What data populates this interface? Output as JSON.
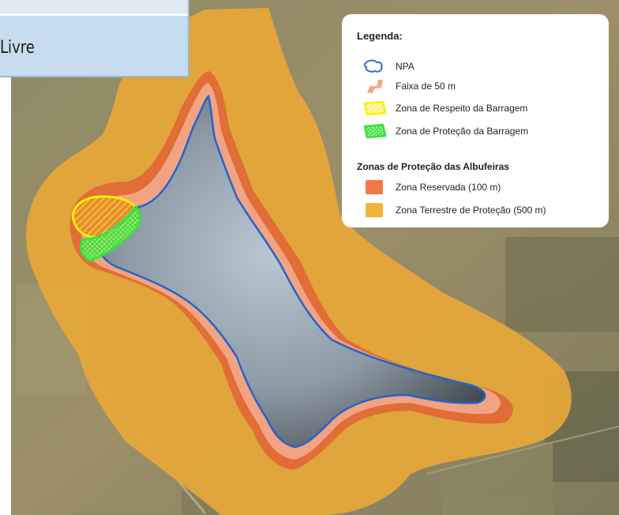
{
  "header": {
    "text": "Livre"
  },
  "legend": {
    "title": "Legenda:",
    "items": [
      {
        "label": "NPA",
        "icon": "water-outline-icon",
        "color": "#2f6fd6"
      },
      {
        "label": "Faixa de 50 m",
        "icon": "salmon-strip-icon",
        "color": "#f4a783"
      },
      {
        "label": "Zona de Respeito da Barragem",
        "icon": "yellow-hatch-icon",
        "color": "#f7f200"
      },
      {
        "label": "Zona de Proteção da Barragem",
        "icon": "green-crosshatch-icon",
        "color": "#35e43c"
      }
    ],
    "subtitle": "Zonas de Proteção das Albufeiras",
    "subitems": [
      {
        "label": "Zona Reservada (100 m)",
        "icon": "orange-square-icon",
        "color": "#f07a45"
      },
      {
        "label": "Zona Terrestre de Proteção (500 m)",
        "icon": "amber-square-icon",
        "color": "#f0b43a"
      }
    ]
  },
  "colors": {
    "terrestrial_zone": "#e7a738",
    "reserved_zone": "#e06a36",
    "band_50m": "#f2a383",
    "water_outline": "#2564c8",
    "dam_respect": "#f7f200",
    "dam_protection": "#35e43c"
  }
}
